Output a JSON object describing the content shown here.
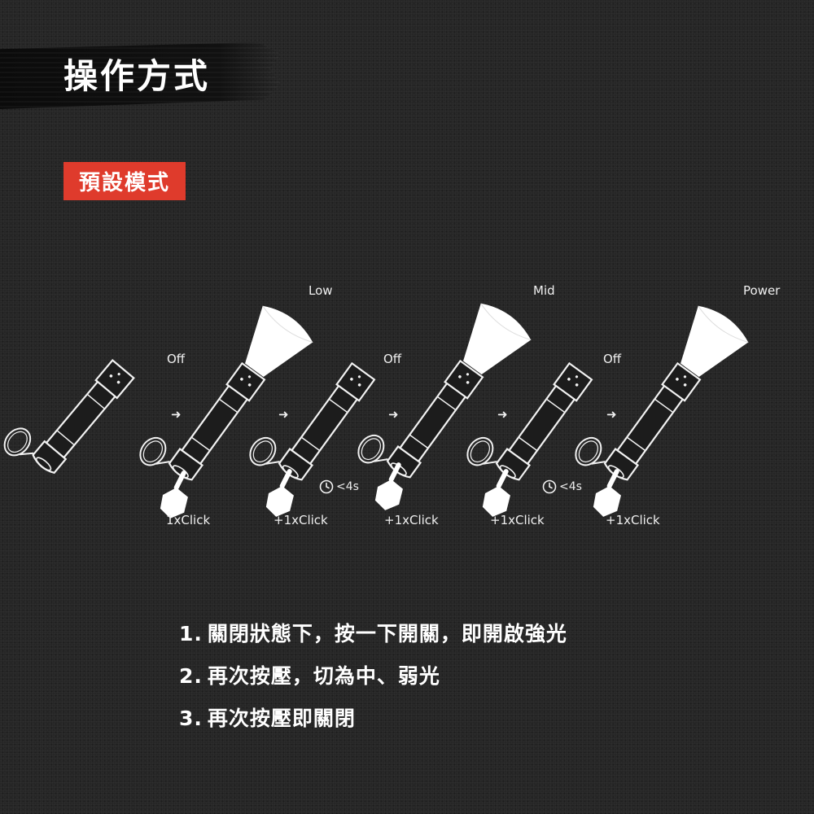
{
  "header": {
    "title": "操作方式"
  },
  "badge": {
    "label": "預設模式"
  },
  "diagram": {
    "state_labels": [
      "Off",
      "Low",
      "Off",
      "Mid",
      "Off",
      "Power"
    ],
    "click_labels": [
      "1xClick",
      "+1xClick",
      "+1xClick",
      "+1xClick",
      "+1xClick"
    ],
    "timer_labels": [
      "<4s",
      "<4s"
    ],
    "arrow_glyph": "➜"
  },
  "instructions": [
    {
      "num": "1.",
      "text": "關閉狀態下，按一下開關，即開啟強光"
    },
    {
      "num": "2.",
      "text": "再次按壓，切為中、弱光"
    },
    {
      "num": "3.",
      "text": "再次按壓即關閉"
    }
  ]
}
